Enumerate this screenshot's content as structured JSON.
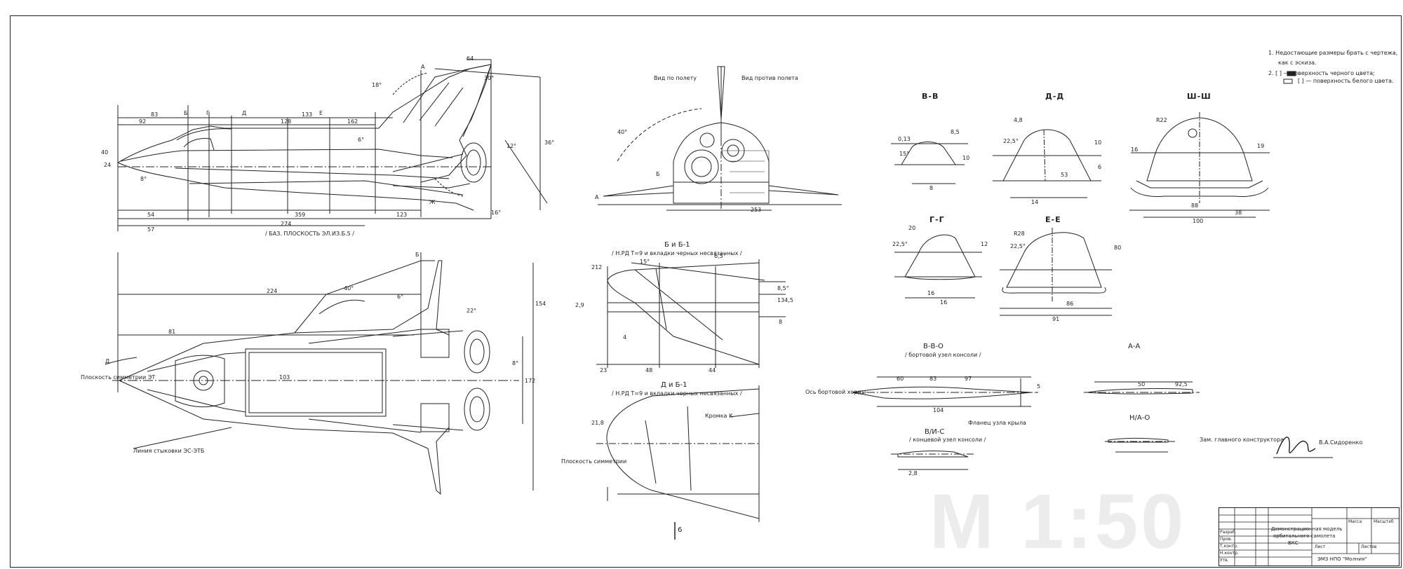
{
  "sheet": {
    "scale": "М 1:50",
    "page_mark": "6",
    "notes": {
      "n1": "1. Недостающие размеры брать с чертежа,",
      "n1b": "как с эскиза.",
      "n2": "2. [ ] — поверхность черного цвета;",
      "n3": "[ ] — поверхность белого цвета."
    },
    "signature_line": "Зам. главного конструктора",
    "signer": "В.А.Сидоренко"
  },
  "side_view": {
    "caption": "/ БАЗ. ПЛОСКОСТЬ ЭЛ.ИЗ.Б.5 /",
    "dims": [
      "83",
      "92",
      "133",
      "128",
      "162",
      "6°",
      "12°",
      "8°",
      "18°",
      "16°",
      "274",
      "54",
      "57",
      "359",
      "123",
      "64",
      "36°",
      "30°",
      "24",
      "40"
    ],
    "section_marks": [
      "Б",
      "Г",
      "Д",
      "Е",
      "А",
      "Ж"
    ]
  },
  "plan_view": {
    "caption_left": "Линия стыковки ЭС-ЭТБ",
    "label_nose": "Плоскость симметрии ЭТ",
    "dims": [
      "224",
      "81",
      "40°",
      "22°",
      "8°",
      "172",
      "154",
      "103",
      "6°"
    ],
    "section_marks": [
      "Д",
      "Б"
    ]
  },
  "front_view": {
    "label_left": "Вид по полету",
    "label_right": "Вид против полета",
    "dims": [
      "40°",
      "253",
      "А",
      "Б"
    ]
  },
  "section_b": {
    "title": "Б и Б-1",
    "subtitle": "/ Н.РД Т=9 и вкладки черных несвязанных /",
    "dims": [
      "212",
      "15°",
      "6,5°",
      "4",
      "8,5°",
      "23",
      "48",
      "44",
      "134,5",
      "2,9",
      "8"
    ]
  },
  "section_d": {
    "title": "Д и Б-1",
    "subtitle": "/ Н.РД Т=9 и вкладки черных несвязанных /",
    "label_plane": "Плоскость симметрии",
    "dims": [
      "21,8",
      "Кромка К"
    ]
  },
  "sections": [
    {
      "title": "В-В",
      "dims": [
        "8,5",
        "0,13",
        "15°",
        "10",
        "8"
      ]
    },
    {
      "title": "Д-Д",
      "dims": [
        "4,8",
        "22,5°",
        "10",
        "6",
        "53",
        "14"
      ]
    },
    {
      "title": "Ш-Ш",
      "dims": [
        "R22",
        "19",
        "16",
        "88",
        "38",
        "100"
      ]
    },
    {
      "title": "Г-Г",
      "dims": [
        "20",
        "22,5°",
        "12",
        "16",
        "16"
      ]
    },
    {
      "title": "Е-Е",
      "dims": [
        "R28",
        "22,5°",
        "80",
        "86",
        "91"
      ]
    }
  ],
  "wing_sections": {
    "vvo_title": "В-В-О",
    "vvo_sub": "/ бортовой узел консоли /",
    "a_title": "А-А",
    "vvo2_title": "В/И-С",
    "vvo2_sub": "/ концевой узел консоли /",
    "n_title": "Н/А-О",
    "wing_note": "Фланец узла крыла",
    "root_label": "Ось бортовой хорды",
    "dims": [
      "60",
      "83",
      "97",
      "104",
      "5",
      "92,5",
      "50",
      "2,8"
    ]
  },
  "title_block": {
    "name_line1": "Демонстрационная модель",
    "name_line2": "орбитального самолета",
    "name_line3": "ВКС",
    "org": "ЭМЗ НПО \"Молния\"",
    "rows": [
      "Разраб.",
      "Пров.",
      "Т.контр.",
      "Н.контр.",
      "Утв."
    ],
    "mass_label": "Масса",
    "scale_label": "Масштаб",
    "sheet_label": "Лист",
    "sheets_label": "Листов"
  }
}
